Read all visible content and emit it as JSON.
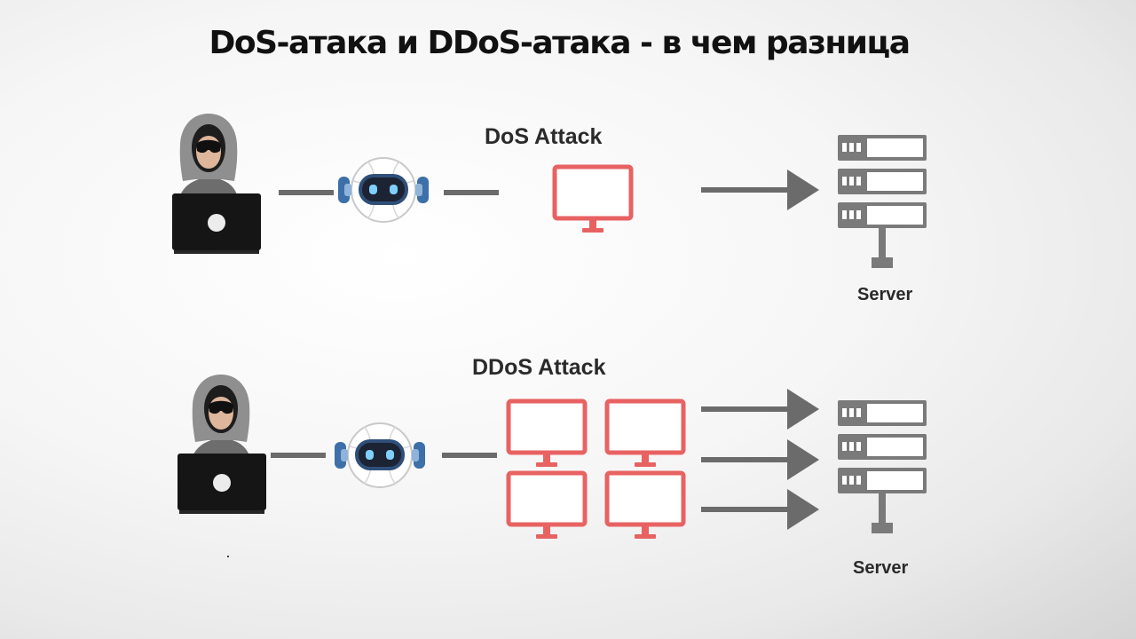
{
  "title": "DoS-атака и DDoS-атака - в чем разница",
  "dos": {
    "label": "DoS Attack",
    "server_label": "Server"
  },
  "ddos": {
    "label": "DDoS Attack",
    "server_label": "Server"
  },
  "colors": {
    "hacker_hood": "#8f8f8f",
    "laptop": "#151515",
    "bot_blue": "#3d6fa8",
    "computer_red": "#e86262",
    "arrow_gray": "#6b6b6b",
    "server_gray": "#7a7a7a"
  },
  "icons": [
    "hacker-icon",
    "laptop-icon",
    "robot-bot-icon",
    "computer-monitor-icon",
    "arrow-right-icon",
    "server-rack-icon"
  ]
}
